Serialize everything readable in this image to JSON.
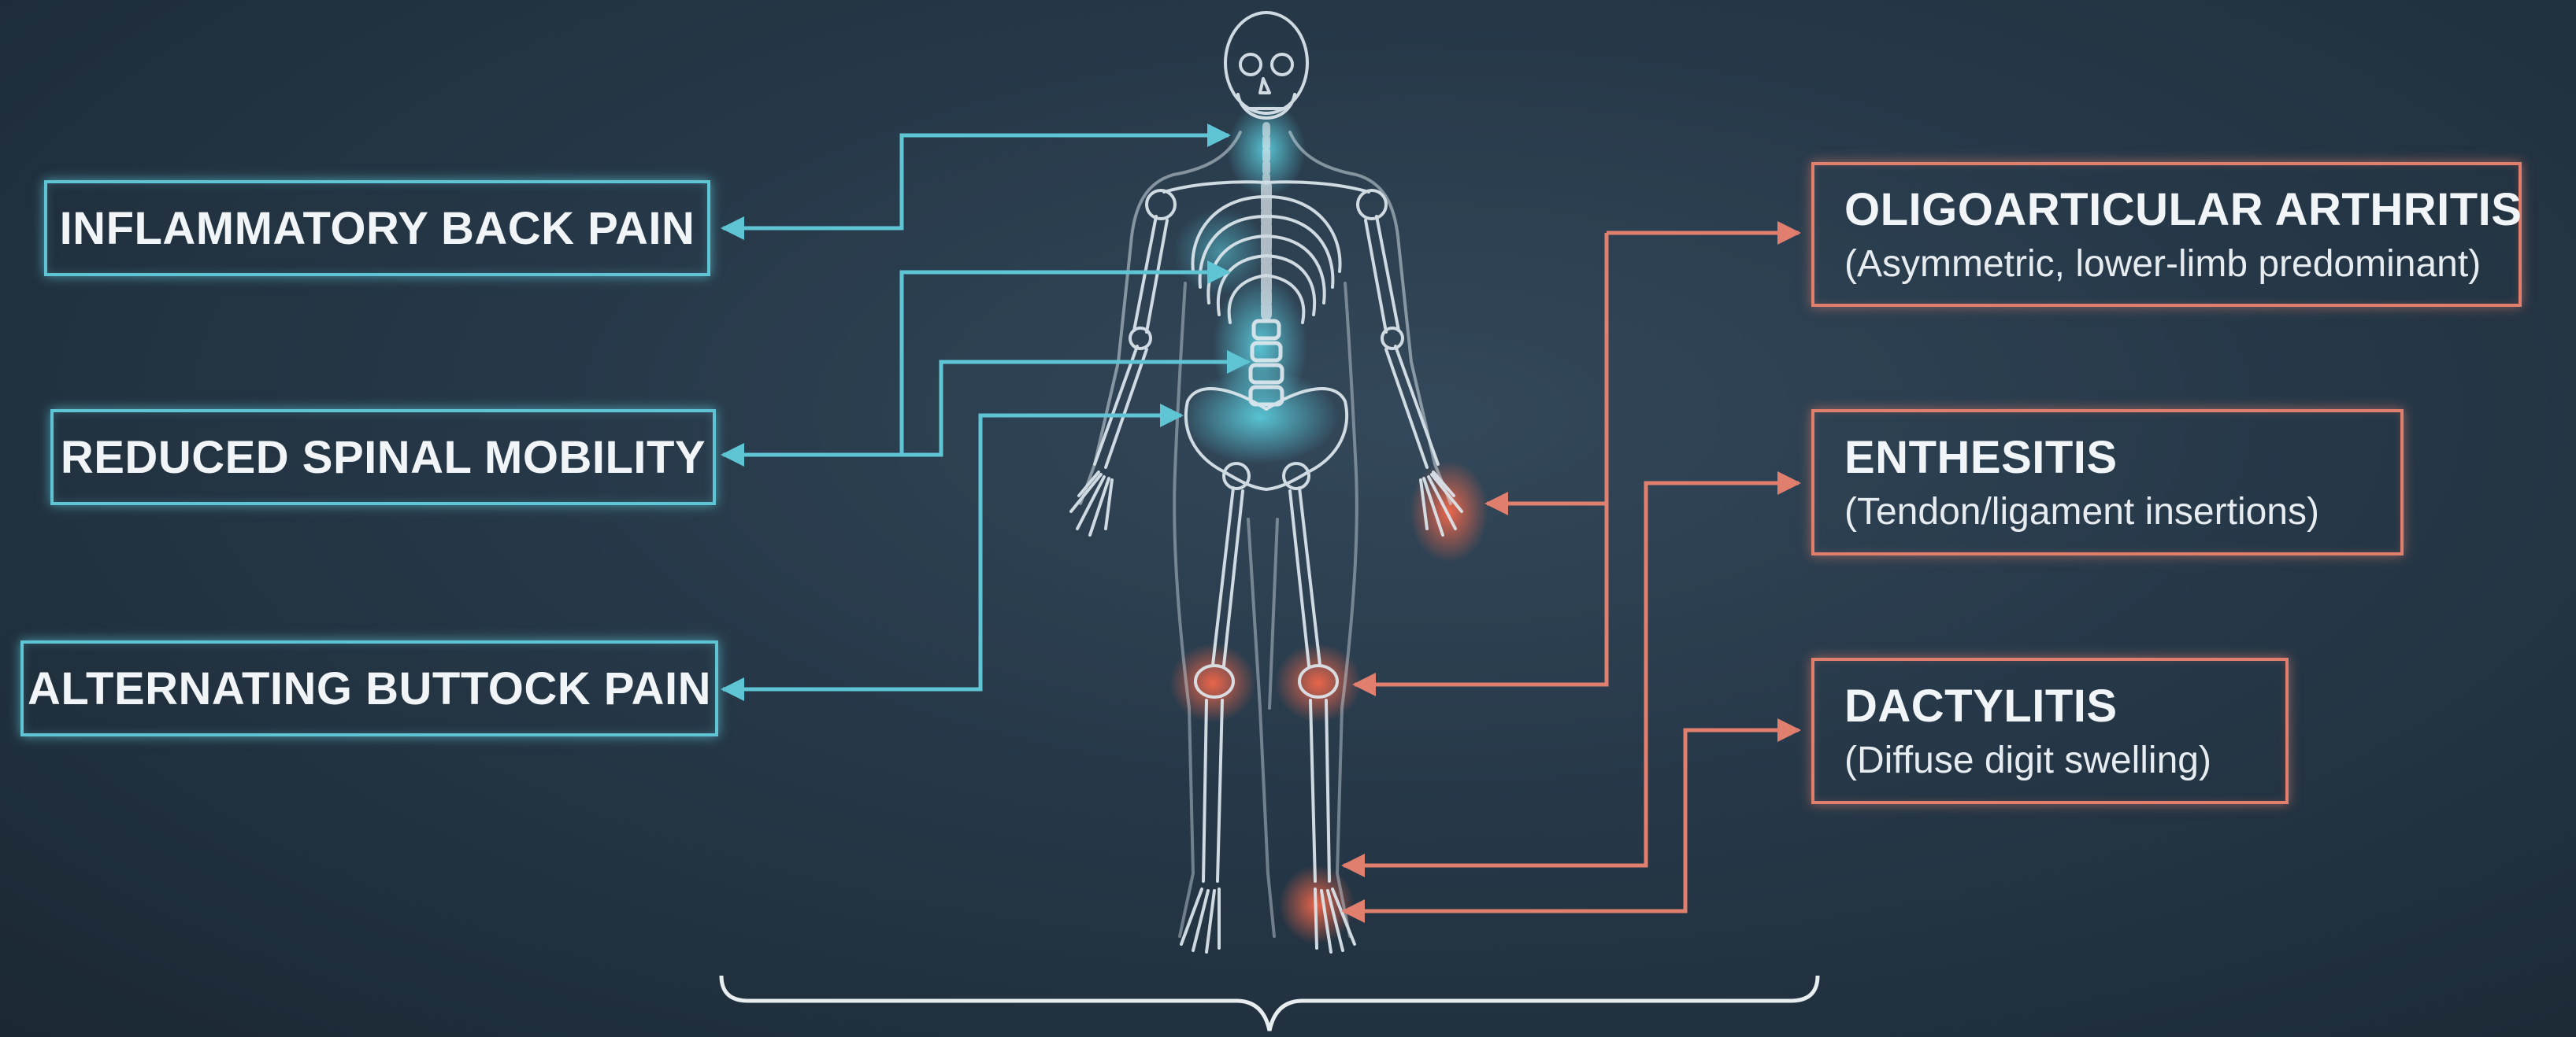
{
  "colors": {
    "background": "#263848",
    "axial_accent": "#5fc4d4",
    "peripheral_accent": "#e07f6e",
    "skeleton": "#dfe9ef",
    "text": "#f1f5f7"
  },
  "axial_features": [
    {
      "label": "INFLAMMATORY BACK PAIN"
    },
    {
      "label": "REDUCED SPINAL MOBILITY"
    },
    {
      "label": "ALTERNATING BUTTOCK PAIN"
    }
  ],
  "peripheral_features": [
    {
      "title": "OLIGOARTICULAR ARTHRITIS",
      "subtitle": "(Asymmetric, lower-limb predominant)"
    },
    {
      "title": "ENTHESITIS",
      "subtitle": "(Tendon/ligament insertions)"
    },
    {
      "title": "DACTYLITIS",
      "subtitle": "(Diffuse digit swelling)"
    }
  ],
  "figure": {
    "icon": "human-skeleton-icon"
  }
}
